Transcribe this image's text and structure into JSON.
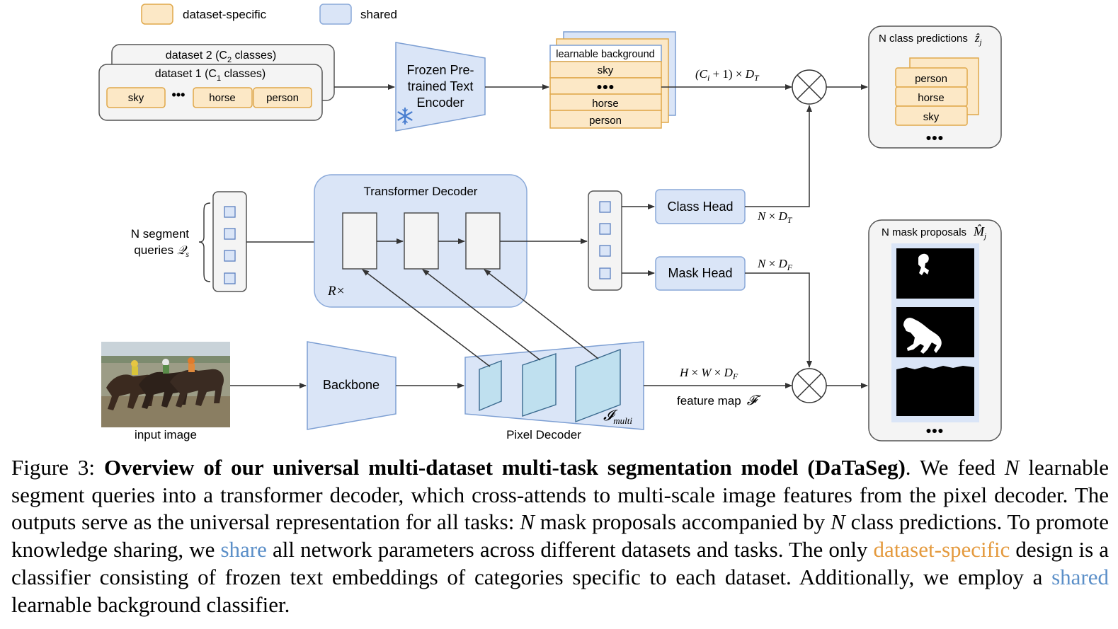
{
  "legend": {
    "dataset_specific": "dataset-specific",
    "shared": "shared"
  },
  "colors": {
    "dataset_specific_fill": "#fce8c6",
    "dataset_specific_stroke": "#e0a84a",
    "shared_fill": "#dae5f7",
    "shared_stroke": "#8aa9d9",
    "caption_shared": "#5b8fc8",
    "caption_dataset_specific": "#e49a3e"
  },
  "datasets": {
    "dataset2": "dataset 2 (C",
    "dataset2_sub": "2",
    "dataset2_tail": " classes)",
    "dataset1": "dataset 1 (C",
    "dataset1_sub": "1",
    "dataset1_tail": " classes)",
    "classes": [
      "sky",
      "horse",
      "person"
    ],
    "ellipsis": "•••"
  },
  "text_encoder": {
    "lines": [
      "Frozen Pre-",
      "trained Text",
      "Encoder"
    ],
    "icon": "snowflake-icon"
  },
  "embeddings": {
    "background": "learnable background",
    "items": [
      "sky",
      "●●●",
      "horse",
      "person"
    ]
  },
  "labels": {
    "ci_dt": "(Cᵢ + 1) × D_T",
    "n_dt": "N × D_T",
    "n_df": "N × D_F",
    "hwdf": "H × W × D_F",
    "feature_map": "feature map",
    "feature_map_symbol": "𝓕",
    "r_times": "R×",
    "i_multi": "𝓘",
    "i_multi_sub": "multi"
  },
  "class_predictions": {
    "title": "N class predictions",
    "symbol": "ẑ",
    "symbol_sub": "j",
    "items": [
      "person",
      "horse",
      "sky"
    ],
    "ellipsis": "●●●"
  },
  "queries": {
    "line1": "N segment",
    "line2": "queries",
    "symbol": "𝒬",
    "symbol_sub": "s"
  },
  "transformer_decoder": {
    "title": "Transformer Decoder"
  },
  "heads": {
    "class_head": "Class Head",
    "mask_head": "Mask Head"
  },
  "mask_proposals": {
    "title": "N mask proposals",
    "symbol": "M̂",
    "symbol_sub": "j",
    "ellipsis": "●●●"
  },
  "input": {
    "label": "input image"
  },
  "backbone": {
    "label": "Backbone"
  },
  "pixel_decoder": {
    "label": "Pixel Decoder"
  },
  "caption": {
    "prefix": "Figure 3: ",
    "title_bold": "Overview of our universal multi-dataset multi-task segmentation model (DaTaSeg)",
    "s1": ". We feed ",
    "N": "N",
    "s2": " learnable segment queries into a transformer decoder, which cross-attends to multi-scale image features from the pixel decoder. The outputs serve as the universal representation for all tasks: ",
    "s3": " mask proposals accompanied by ",
    "s4": " class predictions. To promote knowledge sharing, we ",
    "share": "share",
    "s5": " all network parameters across different datasets and tasks. The only ",
    "dataset_specific": "dataset-specific",
    "s6": " design is a classifier consisting of frozen text embeddings of categories specific to each dataset. Additionally, we employ a ",
    "shared": "shared",
    "s7": " learnable background classifier."
  }
}
